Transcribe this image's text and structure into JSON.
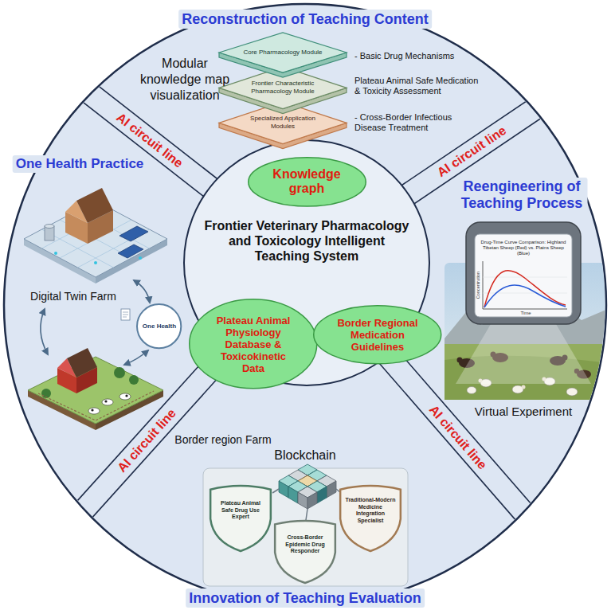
{
  "diagram": {
    "nodes": [
      {
        "text": [
          "Core Pharmacology Module"
        ]
      },
      {
        "text": [
          "Frontier Characteristic Pharmacology Module"
        ]
      },
      {
        "text": [
          "Specialized Application Modules"
        ]
      },
      {
        "text": [
          "Frontier Veterinary Pharmacology and Toxicology Intelligent Teaching System"
        ]
      },
      {
        "text": [
          "Knowledge graph"
        ],
        "in": 3
      },
      {
        "text": [
          "Plateau Animal Physiology Database & Toxicokinetic Data"
        ],
        "in": 3
      },
      {
        "text": [
          "Border Regional Medication Guidelines"
        ],
        "in": 3
      },
      {
        "text": [
          "One Health"
        ]
      },
      {
        "text": [
          "Plateau Animal Safe Drug Use Expert"
        ]
      },
      {
        "text": [
          "Cross-Border Epidemic Drug Responder"
        ]
      },
      {
        "text": [
          "Traditional-Modern Medicine Integration Specialist"
        ]
      }
    ],
    "labels": [
      "Reconstruction of Teaching Content",
      "Modular knowledge map visualization",
      "- Basic Drug Mechanisms",
      "Plateau Animal Safe Medication & Toxicity Assessment",
      "- Cross-Border Infectious Disease Treatment",
      "AI circuit line",
      "AI circuit line",
      "Reengineering of Teaching Process",
      "Drug-Time Curve Comparison: Highland Tibetan Sheep (Red) vs. Plains Sheep (Blue)",
      "Concentration",
      "Time",
      "Virtual Experiment",
      "AI circuit line",
      "Blockchain",
      "Innovation of Teaching Evaluation",
      "AI circuit line",
      "Border region Farm",
      "Digital Twin Farm",
      "One Health Practice"
    ]
  }
}
